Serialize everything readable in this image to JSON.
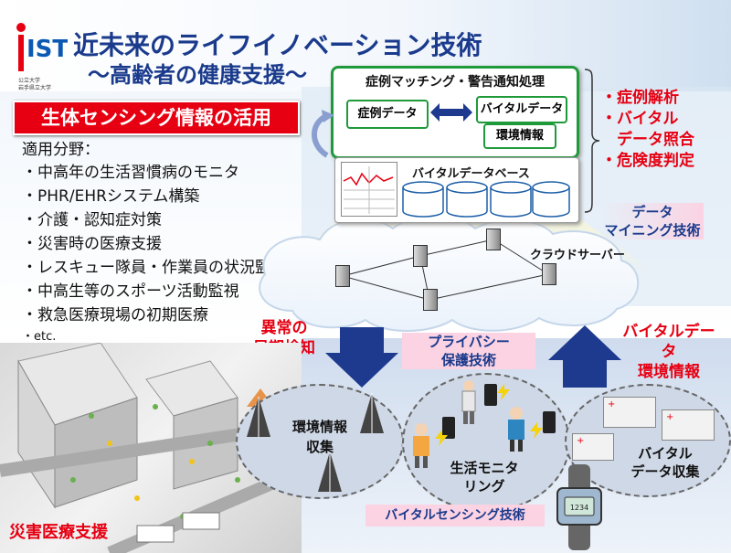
{
  "logo": {
    "text": "IST",
    "subtitle": "公立大学法人\n岩手県立大学"
  },
  "title": {
    "line1": "近未来のライフイノベーション技術",
    "line2": "〜高齢者の健康支援〜"
  },
  "sensing_banner": "生体センシング情報の活用",
  "applications": {
    "heading": "適用分野：",
    "items": [
      "・中高年の生活習慣病のモニタ",
      "・PHR/EHRシステム構築",
      "・介護・認知症対策",
      "・災害時の医療支援",
      "・レスキュー隊員・作業員の状況監視",
      "・中高生等のスポーツ活動監視",
      "・救急医療現場の初期医療",
      "・etc."
    ]
  },
  "processing": {
    "title": "症例マッチング・警告通知処理",
    "case_data": "症例データ",
    "vital_data": "バイタルデータ",
    "env_info": "環境情報",
    "database": "バイタルデータベース"
  },
  "analysis": [
    "・症例解析",
    "・バイタル",
    "　データ照合",
    "・危険度判定"
  ],
  "data_mining": [
    "データ",
    "マイニング技術"
  ],
  "cloud_label": "クラウドサーバー",
  "early_detect": [
    "異常の",
    "早期検知"
  ],
  "privacy": [
    "プライバシー",
    "保護技術"
  ],
  "vital_env": [
    "バイタルデータ",
    "環境情報"
  ],
  "env_collect": [
    "環境情報",
    "収集"
  ],
  "life_monitoring": [
    "生活モニタ",
    "リング"
  ],
  "vital_collect": [
    "バイタル",
    "データ収集"
  ],
  "vital_sensing": "バイタルセンシング技術",
  "disaster": "災害医療支援",
  "colors": {
    "title_blue": "#1a3a8c",
    "red": "#e60012",
    "navy_arrow": "#1d3a8f",
    "green_border": "#1f9a3a"
  }
}
